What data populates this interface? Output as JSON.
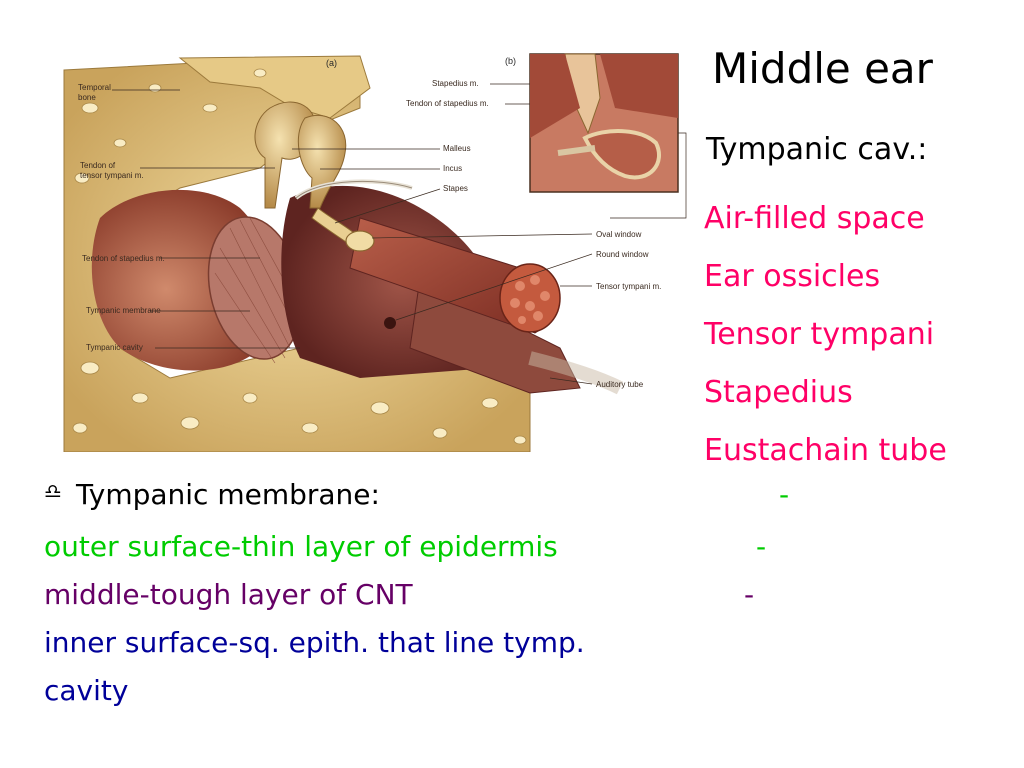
{
  "slide": {
    "title": "Middle ear",
    "subheading": "Tympanic cav.:",
    "bullets": [
      "Air-filled space",
      "Ear ossicles",
      "Tensor tympani",
      "Stapedius",
      "Eustachain tube"
    ],
    "tympanic_membrane": {
      "heading": "Tympanic membrane:",
      "bullet_glyph": "♎",
      "dash": "-",
      "lines": [
        "outer surface-thin layer of epidermis",
        "middle-tough layer of CNT",
        "inner surface-sq. epith. that line tymp.",
        "cavity"
      ]
    },
    "colors": {
      "bullet_text": "#ff0066",
      "outer_line": "#00cc00",
      "middle_line": "#660066",
      "inner_line": "#000099"
    }
  },
  "figure": {
    "panel_a": "(a)",
    "panel_b": "(b)",
    "labels": {
      "temporal_bone": [
        "Temporal",
        "bone"
      ],
      "tendon_tensor": [
        "Tendon of",
        "tensor tympani m."
      ],
      "tendon_stapedius_left": "Tendon of stapedius m.",
      "tympanic_membrane": "Tympanic membrane",
      "tympanic_cavity": "Tympanic cavity",
      "stapedius_m": "Stapedius m.",
      "tendon_stapedius_right": "Tendon of stapedius m.",
      "malleus": "Malleus",
      "incus": "Incus",
      "stapes": "Stapes",
      "oval_window": "Oval window",
      "round_window": "Round window",
      "tensor_tympani_m": "Tensor tympani m.",
      "auditory_tube": "Auditory tube"
    }
  }
}
